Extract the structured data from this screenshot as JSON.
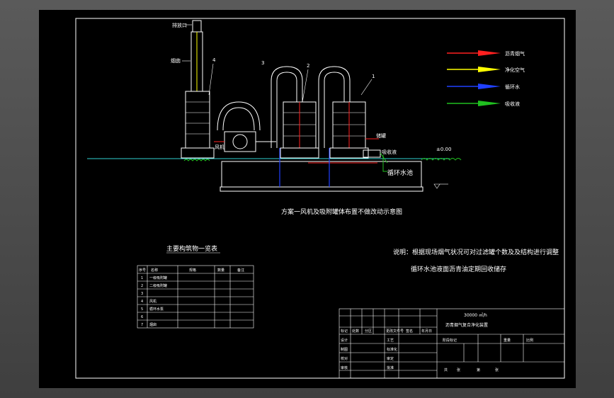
{
  "drawing": {
    "caption": "方案一风机及吸附罐体布置不做改动示意图",
    "labels": {
      "exhaust": "排放口",
      "stack": "烟囱",
      "n1": "1",
      "n2": "2",
      "n3": "3",
      "n4": "4",
      "fan_left": "风机",
      "tank_right": "储罐",
      "absorbent": "吸收液",
      "pool": "循环水池",
      "elevation": "±0.00"
    },
    "legend": [
      {
        "label": "沥青烟气",
        "color": "#ff2020"
      },
      {
        "label": "净化空气",
        "color": "#ffff00"
      },
      {
        "label": "循环水",
        "color": "#2040ff"
      },
      {
        "label": "吸收液",
        "color": "#20c020"
      }
    ],
    "notes": {
      "line1": "说明：根据现场烟气状况可对过滤罐个数及及结构进行调整",
      "line2": "循环水池液面沥青油定期回收储存"
    }
  },
  "materials_table": {
    "title": "主要构筑物一览表",
    "headers": [
      "序号",
      "名称",
      "规格",
      "数量",
      "备注"
    ],
    "rows": [
      [
        "1",
        "一级吸附罐",
        "",
        "",
        ""
      ],
      [
        "2",
        "二级吸附罐",
        "",
        "",
        ""
      ],
      [
        "3",
        "",
        "",
        "",
        ""
      ],
      [
        "4",
        "风机",
        "",
        "",
        ""
      ],
      [
        "5",
        "循环水泵",
        "",
        "",
        ""
      ],
      [
        "6",
        "",
        "",
        "",
        ""
      ],
      [
        "7",
        "烟囱",
        "",
        "",
        ""
      ]
    ]
  },
  "title_block": {
    "project_line1": "30000 ㎡/h",
    "project_line2": "沥青烟气复合净化装置",
    "header_cells": [
      "标记",
      "处数",
      "分区",
      "更改文件号",
      "签名",
      "年月日"
    ],
    "left_rows": [
      "设计",
      "制图",
      "校对",
      "审核"
    ],
    "mid_rows": [
      "工艺",
      "标准化",
      "审定",
      "批准"
    ],
    "stage_cells": [
      "阶段标记",
      "重量",
      "比例"
    ],
    "sheet_cells": [
      "共",
      "张",
      "第",
      "张"
    ]
  }
}
